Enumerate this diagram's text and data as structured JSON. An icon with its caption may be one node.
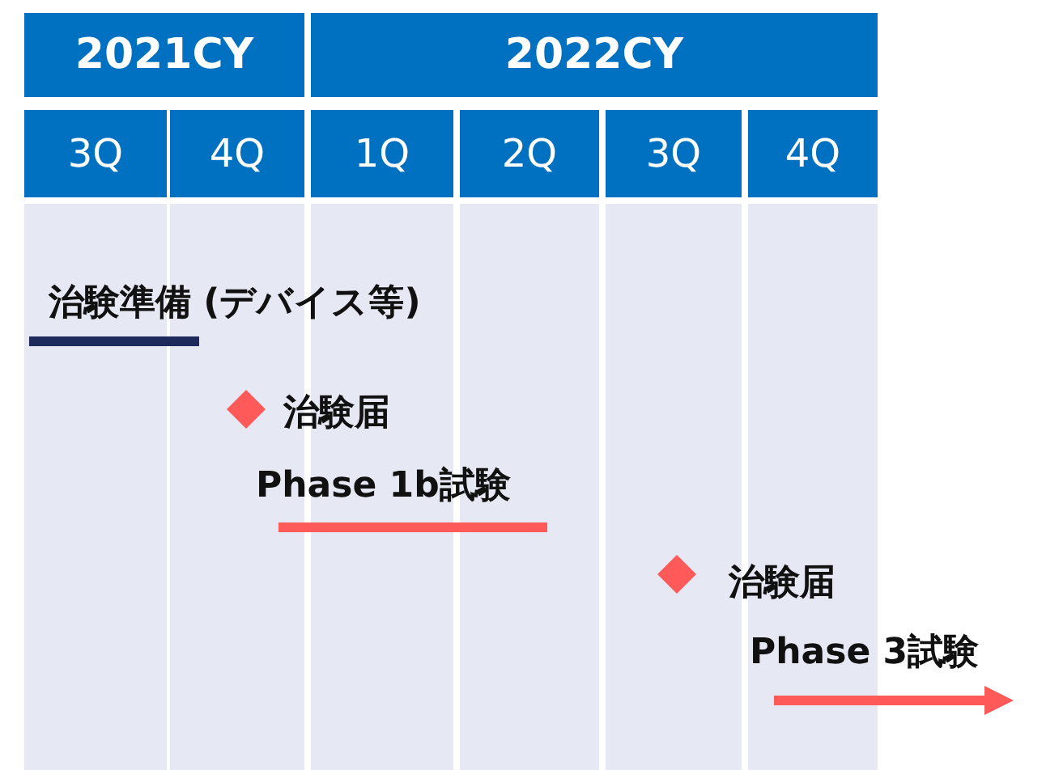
{
  "diagram": {
    "nodes": [
      {
        "text": [
          "2021CY"
        ]
      },
      {
        "text": [
          "2022CY"
        ]
      },
      {
        "text": [
          "3Q"
        ]
      },
      {
        "text": [
          "4Q"
        ]
      },
      {
        "text": [
          "1Q"
        ]
      },
      {
        "text": [
          "2Q"
        ]
      },
      {
        "text": [
          "3Q"
        ]
      },
      {
        "text": [
          "4Q"
        ]
      }
    ],
    "edges": [],
    "labels": [
      "治験準備 (デバイス等)",
      "治験届",
      "Phase 1b試験",
      "治験届",
      "Phase 3試験"
    ]
  }
}
